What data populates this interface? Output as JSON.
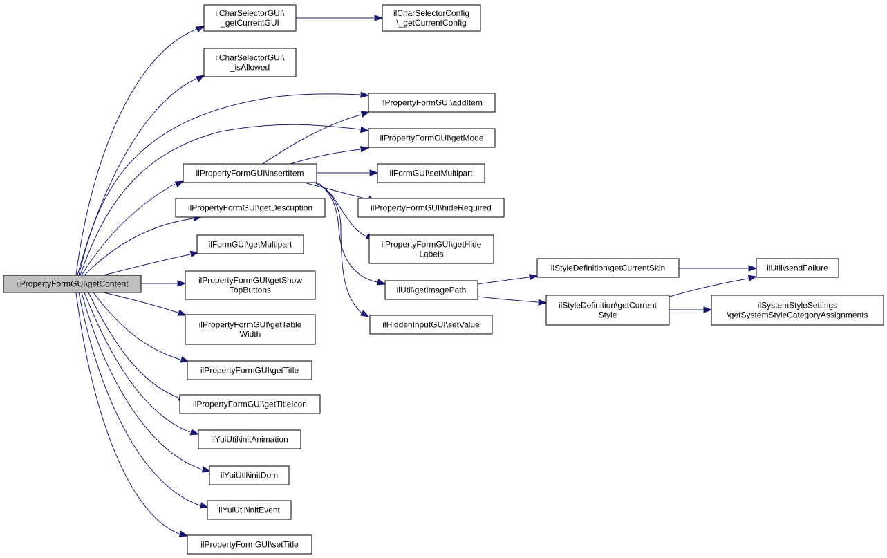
{
  "colors": {
    "edge": "#191970",
    "root_fill": "#bfbfbf",
    "node_fill": "#ffffff",
    "node_border": "#000000"
  },
  "nodes": {
    "getContent": {
      "lines": [
        "ilPropertyFormGUI\\getContent"
      ]
    },
    "charGetCurrentGUI": {
      "lines": [
        "ilCharSelectorGUI\\",
        "_getCurrentGUI"
      ]
    },
    "charGetCurrentConfig": {
      "lines": [
        "ilCharSelectorConfig",
        "\\_getCurrentConfig"
      ]
    },
    "charIsAllowed": {
      "lines": [
        "ilCharSelectorGUI\\",
        "_isAllowed"
      ]
    },
    "addItem": {
      "lines": [
        "ilPropertyFormGUI\\addItem"
      ]
    },
    "getMode": {
      "lines": [
        "ilPropertyFormGUI\\getMode"
      ]
    },
    "insertItem": {
      "lines": [
        "ilPropertyFormGUI\\insertItem"
      ]
    },
    "setMultipart": {
      "lines": [
        "ilFormGUI\\setMultipart"
      ]
    },
    "getDescription": {
      "lines": [
        "ilPropertyFormGUI\\getDescription"
      ]
    },
    "hideRequired": {
      "lines": [
        "ilPropertyFormGUI\\hideRequired"
      ]
    },
    "getMultipart": {
      "lines": [
        "ilFormGUI\\getMultipart"
      ]
    },
    "getHideLabels": {
      "lines": [
        "ilPropertyFormGUI\\getHide",
        "Labels"
      ]
    },
    "getShowTopButtons": {
      "lines": [
        "ilPropertyFormGUI\\getShow",
        "TopButtons"
      ]
    },
    "getImagePath": {
      "lines": [
        "ilUtil\\getImagePath"
      ]
    },
    "getCurrentSkin": {
      "lines": [
        "ilStyleDefinition\\getCurrentSkin"
      ]
    },
    "sendFailure": {
      "lines": [
        "ilUtil\\sendFailure"
      ]
    },
    "getCurrentStyle": {
      "lines": [
        "ilStyleDefinition\\getCurrent",
        "Style"
      ]
    },
    "sysStyle": {
      "lines": [
        "ilSystemStyleSettings",
        "\\getSystemStyleCategoryAssignments"
      ]
    },
    "setValue": {
      "lines": [
        "ilHiddenInputGUI\\setValue"
      ]
    },
    "getTableWidth": {
      "lines": [
        "ilPropertyFormGUI\\getTable",
        "Width"
      ]
    },
    "getTitle": {
      "lines": [
        "ilPropertyFormGUI\\getTitle"
      ]
    },
    "getTitleIcon": {
      "lines": [
        "ilPropertyFormGUI\\getTitleIcon"
      ]
    },
    "initAnimation": {
      "lines": [
        "ilYuiUtil\\initAnimation"
      ]
    },
    "initDom": {
      "lines": [
        "ilYuiUtil\\initDom"
      ]
    },
    "initEvent": {
      "lines": [
        "ilYuiUtil\\initEvent"
      ]
    },
    "setTitle": {
      "lines": [
        "ilPropertyFormGUI\\setTitle"
      ]
    }
  }
}
